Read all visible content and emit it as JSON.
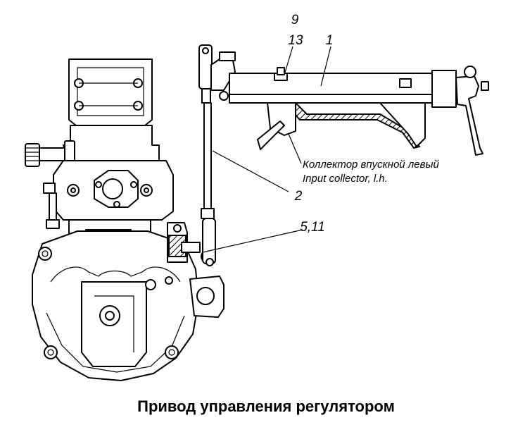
{
  "callouts": {
    "c9": "9",
    "c13": "13",
    "c1": "1",
    "c2": "2",
    "c511": "5,11"
  },
  "notes": {
    "collector_ru": "Коллектор впускной левый",
    "collector_en": "Input collector, l.h."
  },
  "caption": "Привод управления регулятором"
}
